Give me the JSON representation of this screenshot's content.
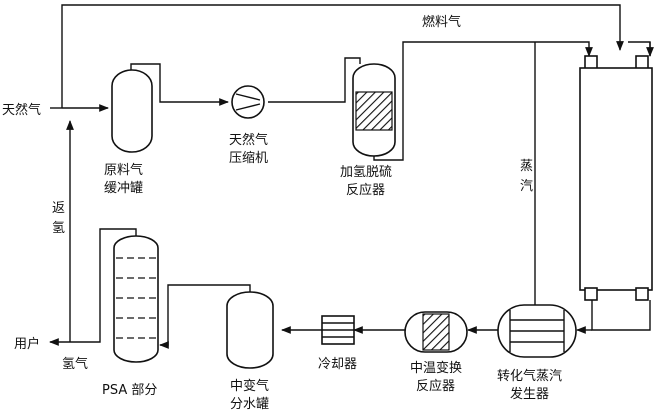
{
  "labels": {
    "natural_gas": "天然气",
    "fuel_gas": "燃料气",
    "feed_buffer_1": "原料气",
    "feed_buffer_2": "缓冲罐",
    "compressor_1": "天然气",
    "compressor_2": "压缩机",
    "hds_1": "加氢脱硫",
    "hds_2": "反应器",
    "steam_1": "蒸",
    "steam_2": "汽",
    "return_h2_1": "返",
    "return_h2_2": "氢",
    "user": "用户",
    "hydrogen": "氢气",
    "psa": "PSA 部分",
    "shift_sep_1": "中变气",
    "shift_sep_2": "分水罐",
    "cooler": "冷却器",
    "mts_1": "中温变换",
    "mts_2": "反应器",
    "steam_gen_1": "转化气蒸汽",
    "steam_gen_2": "发生器"
  }
}
